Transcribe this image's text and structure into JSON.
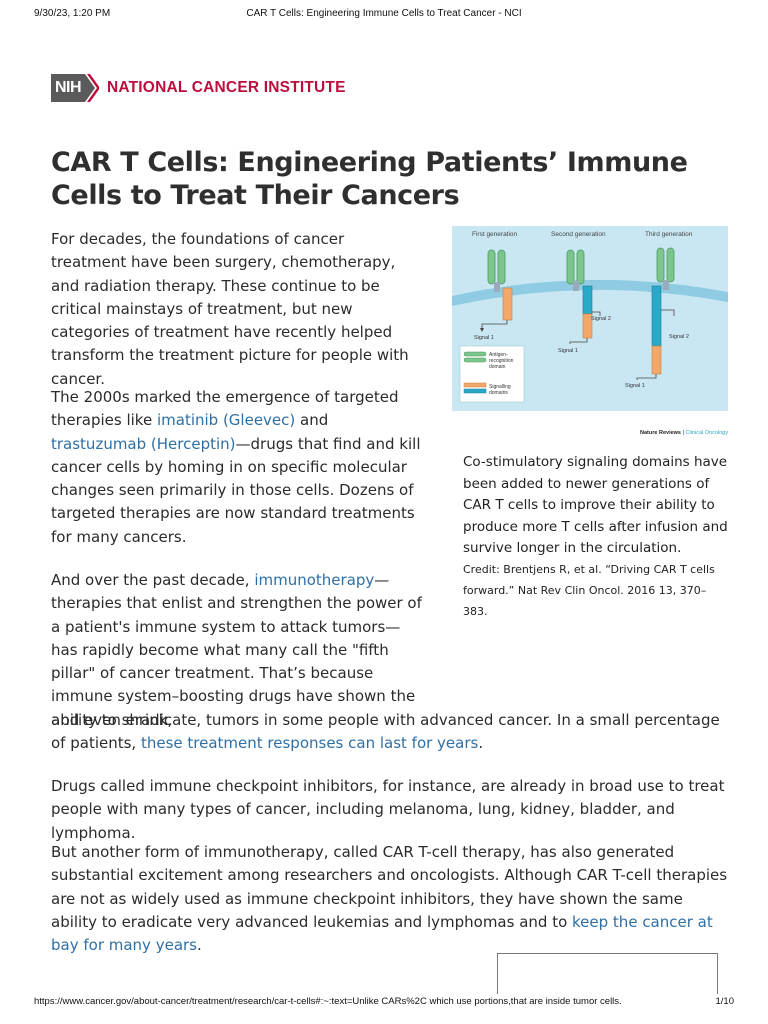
{
  "print_header": {
    "datetime": "9/30/23, 1:20 PM",
    "title": "CAR T Cells: Engineering Immune Cells to Treat Cancer - NCI"
  },
  "logo": {
    "badge_text": "NIH",
    "name": "NATIONAL CANCER INSTITUTE",
    "brand_color": "#bb0e3d",
    "badge_color": "#5a5a5a"
  },
  "article": {
    "title": "CAR T Cells: Engineering Patients’ Immune Cells to Treat Their Cancers",
    "p1": "For decades, the foundations of cancer treatment have been surgery, chemotherapy, and radiation therapy. These continue to be critical mainstays of treatment, but new categories of treatment have recently helped transform the treatment picture for people with cancer.",
    "p2": {
      "t1": "The 2000s marked the emergence of targeted therapies like ",
      "link1": "imatinib (Gleevec)",
      "t2": " and ",
      "link2": "trastuzumab (Herceptin)",
      "t3": "—drugs that find and kill cancer cells by homing in on specific molecular changes seen primarily in those cells. Dozens of targeted therapies are now standard treatments for many cancers."
    },
    "p3": {
      "t1": "And over the past decade, ",
      "link1": "immunotherapy",
      "t2": "—therapies that enlist and strengthen the power of a patient's immune system to attack tumors—has rapidly become what many call the \"fifth pillar\" of cancer treatment. That’s because immune system–boosting drugs have shown the ability to shrink,",
      "cont": "and even eradicate, tumors in some people with advanced cancer. In a small percentage of patients, ",
      "link2": "these treatment responses can last for years",
      "t3": "."
    },
    "p4": "Drugs called immune checkpoint inhibitors, for instance, are already in broad use to treat people with many types of cancer, including melanoma, lung, kidney, bladder, and lymphoma.",
    "p5": {
      "t1": "But another form of immunotherapy, called CAR T-cell therapy, has also generated substantial excitement among researchers and oncologists. Although CAR T-cell therapies are not as widely used as immune checkpoint inhibitors, they have shown the same ability to eradicate very advanced leukemias and lymphomas and to ",
      "link": "keep the cancer at bay for many years",
      "t2": "."
    },
    "link_color": "#2f6fa4"
  },
  "figure": {
    "gen1": "First generation",
    "gen2": "Second generation",
    "gen3": "Third generation",
    "signal1": "Signal 1",
    "signal2": "Signal 2",
    "legend_antigen_1": "Antigen-",
    "legend_antigen_2": "recognition",
    "legend_antigen_3": "domain",
    "legend_signal_1": "Signalling",
    "legend_signal_2": "domains",
    "source_bold": "Nature Reviews",
    "source_sep": " | ",
    "source_journal": "Clinical Oncology",
    "colors": {
      "background": "#c9e7f2",
      "membrane": "#8fcbe3",
      "antigen": "#7cc68e",
      "signal_orange": "#f2a86a",
      "signal_blue": "#2aa8c8"
    }
  },
  "caption": {
    "text": "Co-stimulatory signaling domains have been added to newer generations of CAR T cells to improve their ability to produce more T cells after infusion and survive longer in the circulation.",
    "credit": "Credit: Brentjens R, et al. “Driving CAR T cells forward.” Nat Rev Clin Oncol. 2016 13, 370–383."
  },
  "print_footer": {
    "url": "https://www.cancer.gov/about-cancer/treatment/research/car-t-cells#:~:text=Unlike CARs%2C which use portions,that are inside tumor cells.",
    "page": "1/10"
  }
}
